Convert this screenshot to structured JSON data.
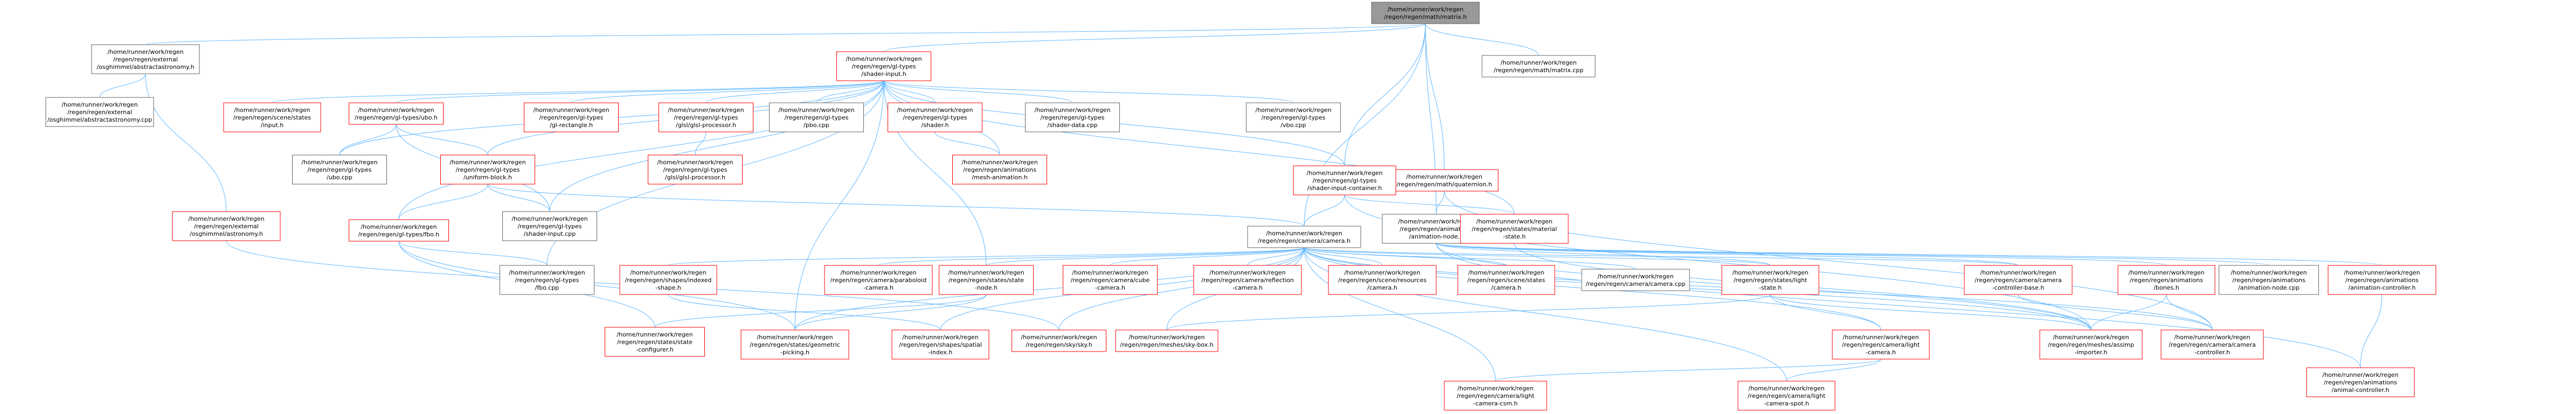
{
  "colors": {
    "edge": "#63b8ff",
    "red_border": "#ff0000",
    "gray_border": "#666666",
    "root_fill": "#999999",
    "node_fill": "#ffffff",
    "text": "#000000"
  },
  "nodes": [
    {
      "id": "root",
      "lines": [
        "/home/runner/work/regen",
        "/regen/regen/math/matrix.h"
      ],
      "style": "root"
    },
    {
      "id": "astronomy_h",
      "lines": [
        "/home/runner/work/regen",
        "/regen/regen/external",
        "/osghimmel/abstractastronomy.h"
      ],
      "style": "gray"
    },
    {
      "id": "shader_input_h",
      "lines": [
        "/home/runner/work/regen",
        "/regen/regen/gl-types",
        "/shader-input.h"
      ],
      "style": "red"
    },
    {
      "id": "matrix_cpp",
      "lines": [
        "/home/runner/work/regen",
        "/regen/regen/math/matrix.cpp"
      ],
      "style": "gray"
    },
    {
      "id": "astronomy_cpp",
      "lines": [
        "/home/runner/work/regen",
        "/regen/regen/external",
        "/osghimmel/abstractastronomy.cpp"
      ],
      "style": "gray"
    },
    {
      "id": "input_h",
      "lines": [
        "/home/runner/work/regen",
        "/regen/regen/scene/states",
        "/input.h"
      ],
      "style": "red"
    },
    {
      "id": "ubo_h",
      "lines": [
        "/home/runner/work/regen",
        "/regen/regen/gl-types/ubo.h"
      ],
      "style": "red"
    },
    {
      "id": "gl_rectangle_h",
      "lines": [
        "/home/runner/work/regen",
        "/regen/regen/gl-types",
        "/gl-rectangle.h"
      ],
      "style": "red"
    },
    {
      "id": "glsl_processor_h",
      "lines": [
        "/home/runner/work/regen",
        "/regen/regen/gl-types",
        "/glsl/glsl-processor.h"
      ],
      "style": "red"
    },
    {
      "id": "pbo_cpp",
      "lines": [
        "/home/runner/work/regen",
        "/regen/regen/gl-types",
        "/pbo.cpp"
      ],
      "style": "gray"
    },
    {
      "id": "shader_h",
      "lines": [
        "/home/runner/work/regen",
        "/regen/regen/gl-types",
        "/shader.h"
      ],
      "style": "red"
    },
    {
      "id": "shader_data_cpp",
      "lines": [
        "/home/runner/work/regen",
        "/regen/regen/gl-types",
        "/shader-data.cpp"
      ],
      "style": "gray"
    },
    {
      "id": "vbo_cpp",
      "lines": [
        "/home/runner/work/regen",
        "/regen/regen/gl-types",
        "/vbo.cpp"
      ],
      "style": "gray"
    },
    {
      "id": "quaternion_h",
      "lines": [
        "/home/runner/work/regen",
        "/regen/regen/math/quaternion.h"
      ],
      "style": "red"
    },
    {
      "id": "ubo_cpp",
      "lines": [
        "/home/runner/work/regen",
        "/regen/regen/gl-types",
        "/ubo.cpp"
      ],
      "style": "gray"
    },
    {
      "id": "uniform_block_h",
      "lines": [
        "/home/runner/work/regen",
        "/regen/regen/gl-types",
        "/uniform-block.h"
      ],
      "style": "red"
    },
    {
      "id": "glsl_processor_h2",
      "lines": [
        "/home/runner/work/regen",
        "/regen/regen/gl-types",
        "/glsl/glsl-processor.h"
      ],
      "style": "red"
    },
    {
      "id": "mesh_animation_h",
      "lines": [
        "/home/runner/work/regen",
        "/regen/regen/animations",
        "/mesh-animation.h"
      ],
      "style": "red"
    },
    {
      "id": "shader_input_container_h",
      "lines": [
        "/home/runner/work/regen",
        "/regen/regen/gl-types",
        "/shader-input-container.h"
      ],
      "style": "red"
    },
    {
      "id": "animation_node_h",
      "lines": [
        "/home/runner/work/regen",
        "/regen/regen/animations",
        "/animation-node.h"
      ],
      "style": "gray"
    },
    {
      "id": "osg_astronomy_h",
      "lines": [
        "/home/runner/work/regen",
        "/regen/regen/external",
        "/osghimmel/astronomy.h"
      ],
      "style": "red"
    },
    {
      "id": "fbo_h",
      "lines": [
        "/home/runner/work/regen",
        "/regen/regen/gl-types/fbo.h"
      ],
      "style": "red"
    },
    {
      "id": "shader_input_cpp",
      "lines": [
        "/home/runner/work/regen",
        "/regen/regen/gl-types",
        "/shader-input.cpp"
      ],
      "style": "gray"
    },
    {
      "id": "camera_h",
      "lines": [
        "/home/runner/work/regen",
        "/regen/regen/camera/camera.h"
      ],
      "style": "gray"
    },
    {
      "id": "material_state_h",
      "lines": [
        "/home/runner/work/regen",
        "/regen/regen/states/material",
        "-state.h"
      ],
      "style": "red"
    },
    {
      "id": "fbo_cpp",
      "lines": [
        "/home/runner/work/regen",
        "/regen/regen/gl-types",
        "/fbo.cpp"
      ],
      "style": "gray"
    },
    {
      "id": "indexed_shape_h",
      "lines": [
        "/home/runner/work/regen",
        "/regen/regen/shapes/indexed",
        "-shape.h"
      ],
      "style": "red"
    },
    {
      "id": "paraboloid_camera_h",
      "lines": [
        "/home/runner/work/regen",
        "/regen/regen/camera/paraboloid",
        "-camera.h"
      ],
      "style": "red"
    },
    {
      "id": "state_node_h",
      "lines": [
        "/home/runner/work/regen",
        "/regen/regen/states/state",
        "-node.h"
      ],
      "style": "red"
    },
    {
      "id": "cube_camera_h",
      "lines": [
        "/home/runner/work/regen",
        "/regen/regen/camera/cube",
        "-camera.h"
      ],
      "style": "red"
    },
    {
      "id": "reflection_camera_h",
      "lines": [
        "/home/runner/work/regen",
        "/regen/regen/camera/reflection",
        "-camera.h"
      ],
      "style": "red"
    },
    {
      "id": "camera_resources_h",
      "lines": [
        "/home/runner/work/regen",
        "/regen/regen/scene/resources",
        "/camera.h"
      ],
      "style": "red"
    },
    {
      "id": "scene_states_camera_h",
      "lines": [
        "/home/runner/work/regen",
        "/regen/regen/scene/states",
        "/camera.h"
      ],
      "style": "red"
    },
    {
      "id": "camera_cpp",
      "lines": [
        "/home/runner/work/regen",
        "/regen/regen/camera/camera.cpp"
      ],
      "style": "gray"
    },
    {
      "id": "light_state_h",
      "lines": [
        "/home/runner/work/regen",
        "/regen/regen/states/light",
        "-state.h"
      ],
      "style": "red"
    },
    {
      "id": "camera_controller_base_h",
      "lines": [
        "/home/runner/work/regen",
        "/regen/regen/camera/camera",
        "-controller-base.h"
      ],
      "style": "red"
    },
    {
      "id": "bones_h",
      "lines": [
        "/home/runner/work/regen",
        "/regen/regen/animations",
        "/bones.h"
      ],
      "style": "red"
    },
    {
      "id": "animation_node_cpp",
      "lines": [
        "/home/runner/work/regen",
        "/regen/regen/animations",
        "/animation-node.cpp"
      ],
      "style": "gray"
    },
    {
      "id": "animation_controller_h",
      "lines": [
        "/home/runner/work/regen",
        "/regen/regen/animations",
        "/animation-controller.h"
      ],
      "style": "red"
    },
    {
      "id": "state_configurer_h",
      "lines": [
        "/home/runner/work/regen",
        "/regen/regen/states/state",
        "-configurer.h"
      ],
      "style": "red"
    },
    {
      "id": "geometric_picking_h",
      "lines": [
        "/home/runner/work/regen",
        "/regen/regen/states/geometric",
        "-picking.h"
      ],
      "style": "red"
    },
    {
      "id": "spatial_index_h",
      "lines": [
        "/home/runner/work/regen",
        "/regen/regen/shapes/spatial",
        "-index.h"
      ],
      "style": "red"
    },
    {
      "id": "sky_h",
      "lines": [
        "/home/runner/work/regen",
        "/regen/regen/sky/sky.h"
      ],
      "style": "red"
    },
    {
      "id": "sky_box_h",
      "lines": [
        "/home/runner/work/regen",
        "/regen/regen/meshes/sky-box.h"
      ],
      "style": "red"
    },
    {
      "id": "light_camera_h",
      "lines": [
        "/home/runner/work/regen",
        "/regen/regen/camera/light",
        "-camera.h"
      ],
      "style": "red"
    },
    {
      "id": "assimp_importer_h",
      "lines": [
        "/home/runner/work/regen",
        "/regen/regen/meshes/assimp",
        "-importer.h"
      ],
      "style": "red"
    },
    {
      "id": "camera_controller_h",
      "lines": [
        "/home/runner/work/regen",
        "/regen/regen/camera/camera",
        "-controller.h"
      ],
      "style": "red"
    },
    {
      "id": "animal_controller_h",
      "lines": [
        "/home/runner/work/regen",
        "/regen/regen/animations",
        "/animal-controller.h"
      ],
      "style": "red"
    },
    {
      "id": "light_camera_csm_h",
      "lines": [
        "/home/runner/work/regen",
        "/regen/regen/camera/light",
        "-camera-csm.h"
      ],
      "style": "red"
    },
    {
      "id": "light_camera_spot_h",
      "lines": [
        "/home/runner/work/regen",
        "/regen/regen/camera/light",
        "-camera-spot.h"
      ],
      "style": "red"
    }
  ],
  "edges": [
    [
      "root",
      "astronomy_h"
    ],
    [
      "root",
      "shader_input_h"
    ],
    [
      "root",
      "matrix_cpp"
    ],
    [
      "root",
      "quaternion_h"
    ],
    [
      "root",
      "animation_node_h"
    ],
    [
      "root",
      "camera_h"
    ],
    [
      "root",
      "shader_input_container_h"
    ],
    [
      "astronomy_h",
      "astronomy_cpp"
    ],
    [
      "astronomy_h",
      "osg_astronomy_h"
    ],
    [
      "shader_input_h",
      "input_h"
    ],
    [
      "shader_input_h",
      "ubo_h"
    ],
    [
      "shader_input_h",
      "gl_rectangle_h"
    ],
    [
      "shader_input_h",
      "glsl_processor_h"
    ],
    [
      "shader_input_h",
      "pbo_cpp"
    ],
    [
      "shader_input_h",
      "shader_h"
    ],
    [
      "shader_input_h",
      "shader_data_cpp"
    ],
    [
      "shader_input_h",
      "vbo_cpp"
    ],
    [
      "shader_input_h",
      "ubo_cpp"
    ],
    [
      "shader_input_h",
      "uniform_block_h"
    ],
    [
      "shader_input_h",
      "mesh_animation_h"
    ],
    [
      "shader_input_h",
      "shader_input_container_h"
    ],
    [
      "shader_input_h",
      "fbo_h"
    ],
    [
      "shader_input_h",
      "shader_input_cpp"
    ],
    [
      "shader_input_h",
      "material_state_h"
    ],
    [
      "shader_input_h",
      "fbo_cpp"
    ],
    [
      "shader_input_h",
      "state_node_h"
    ],
    [
      "shader_input_h",
      "geometric_picking_h"
    ],
    [
      "ubo_h",
      "ubo_cpp"
    ],
    [
      "ubo_h",
      "uniform_block_h"
    ],
    [
      "ubo_h",
      "shader_input_cpp"
    ],
    [
      "glsl_processor_h",
      "glsl_processor_h2"
    ],
    [
      "shader_h",
      "mesh_animation_h"
    ],
    [
      "uniform_block_h",
      "fbo_h"
    ],
    [
      "uniform_block_h",
      "shader_input_cpp"
    ],
    [
      "uniform_block_h",
      "camera_h"
    ],
    [
      "shader_input_container_h",
      "camera_h"
    ],
    [
      "shader_input_container_h",
      "material_state_h"
    ],
    [
      "shader_input_container_h",
      "assimp_importer_h"
    ],
    [
      "quaternion_h",
      "animation_node_h"
    ],
    [
      "quaternion_h",
      "camera_controller_h"
    ],
    [
      "animation_node_h",
      "light_state_h"
    ],
    [
      "animation_node_h",
      "camera_controller_base_h"
    ],
    [
      "animation_node_h",
      "bones_h"
    ],
    [
      "animation_node_h",
      "animation_node_cpp"
    ],
    [
      "animation_node_h",
      "animation_controller_h"
    ],
    [
      "animation_node_h",
      "animal_controller_h"
    ],
    [
      "animation_node_h",
      "assimp_importer_h"
    ],
    [
      "osg_astronomy_h",
      "sky_h"
    ],
    [
      "fbo_h",
      "fbo_cpp"
    ],
    [
      "fbo_h",
      "state_configurer_h"
    ],
    [
      "fbo_h",
      "geometric_picking_h"
    ],
    [
      "camera_h",
      "indexed_shape_h"
    ],
    [
      "camera_h",
      "paraboloid_camera_h"
    ],
    [
      "camera_h",
      "state_node_h"
    ],
    [
      "camera_h",
      "cube_camera_h"
    ],
    [
      "camera_h",
      "reflection_camera_h"
    ],
    [
      "camera_h",
      "camera_resources_h"
    ],
    [
      "camera_h",
      "scene_states_camera_h"
    ],
    [
      "camera_h",
      "camera_cpp"
    ],
    [
      "camera_h",
      "light_state_h"
    ],
    [
      "camera_h",
      "camera_controller_base_h"
    ],
    [
      "camera_h",
      "light_camera_h"
    ],
    [
      "camera_h",
      "spatial_index_h"
    ],
    [
      "camera_h",
      "sky_h"
    ],
    [
      "camera_h",
      "sky_box_h"
    ],
    [
      "camera_h",
      "geometric_picking_h"
    ],
    [
      "camera_h",
      "assimp_importer_h"
    ],
    [
      "camera_h",
      "camera_controller_h"
    ],
    [
      "camera_h",
      "light_camera_csm_h"
    ],
    [
      "camera_h",
      "light_camera_spot_h"
    ],
    [
      "material_state_h",
      "assimp_importer_h"
    ],
    [
      "indexed_shape_h",
      "spatial_index_h"
    ],
    [
      "state_node_h",
      "state_configurer_h"
    ],
    [
      "state_node_h",
      "geometric_picking_h"
    ],
    [
      "light_state_h",
      "light_camera_h"
    ],
    [
      "light_state_h",
      "sky_box_h"
    ],
    [
      "light_state_h",
      "assimp_importer_h"
    ],
    [
      "camera_controller_base_h",
      "camera_controller_h"
    ],
    [
      "bones_h",
      "assimp_importer_h"
    ],
    [
      "bones_h",
      "camera_controller_h"
    ],
    [
      "animation_controller_h",
      "animal_controller_h"
    ],
    [
      "light_camera_h",
      "light_camera_csm_h"
    ],
    [
      "light_camera_h",
      "light_camera_spot_h"
    ]
  ]
}
